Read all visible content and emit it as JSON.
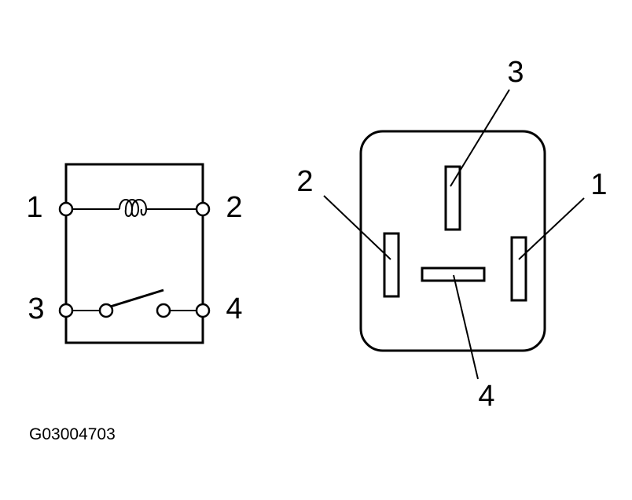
{
  "schematic": {
    "terminals": [
      "1",
      "2",
      "3",
      "4"
    ]
  },
  "connector": {
    "pins": [
      "3",
      "2",
      "1",
      "4"
    ]
  },
  "figure_id": "G03004703"
}
